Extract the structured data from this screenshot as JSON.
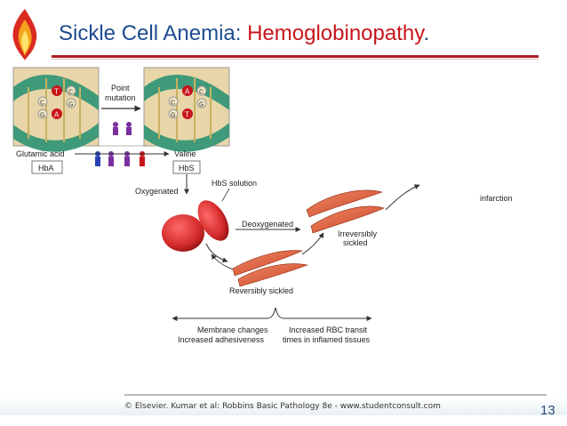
{
  "slide": {
    "title_main": "Sickle Cell Anemia: ",
    "title_highlight": "Hemoglobinopathy",
    "title_end": ".",
    "page_number": "13",
    "credit": "© Elsevier. Kumar et al: Robbins Basic Pathology 8e - www.studentconsult.com"
  },
  "diagram": {
    "point_mutation": [
      "Point",
      "mutation"
    ],
    "glutamic_acid": "Glutamic acid",
    "valine": "Valine",
    "hba": "HbA",
    "hbs": "HbS",
    "oxygenated": "Oxygenated",
    "hbs_solution": "HbS solution",
    "deoxygenated": "Deoxygenated",
    "irreversibly_sickled": [
      "Irreversibly",
      "sickled"
    ],
    "infarction": "infarction",
    "reversibly_sickled": "Reversibly sickled",
    "membrane_changes": [
      "Membrane changes",
      "Increased adhesiveness"
    ],
    "increased_rbc": [
      "Increased RBC transit",
      "times in inflamed tissues"
    ],
    "bases_left": [
      "T",
      "C",
      "A",
      "G",
      "C",
      "G"
    ],
    "bases_right": [
      "A",
      "C",
      "T",
      "G",
      "C",
      "G"
    ]
  },
  "colors": {
    "title_blue": "#1d4c8f",
    "title_red": "#c8151b",
    "rbc_red": "#d42b2b",
    "helix_green": "#3f9a7a"
  }
}
